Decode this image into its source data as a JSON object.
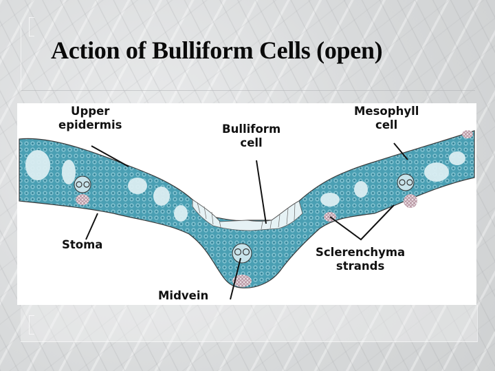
{
  "slide": {
    "title": "Action of Bulliform Cells (open)"
  },
  "diagram": {
    "subject": "leaf-cross-section",
    "colors": {
      "mesophyll": "#3e93a8",
      "mesophyll_light": "#8cc6d2",
      "air_space": "#dbeef2",
      "epidermis_outline": "#3a3a3a",
      "sclerenchyma": "#9b6a7a",
      "background": "#ffffff"
    },
    "labels": {
      "upper_epidermis": {
        "line1": "Upper",
        "line2": "epidermis"
      },
      "bulliform_cell": {
        "line1": "Bulliform",
        "line2": "cell"
      },
      "mesophyll_cell": {
        "line1": "Mesophyll",
        "line2": "cell"
      },
      "stoma": {
        "line1": "Stoma"
      },
      "sclerenchyma_strands": {
        "line1": "Sclerenchyma",
        "line2": "strands"
      },
      "midvein": {
        "line1": "Midvein"
      }
    }
  }
}
